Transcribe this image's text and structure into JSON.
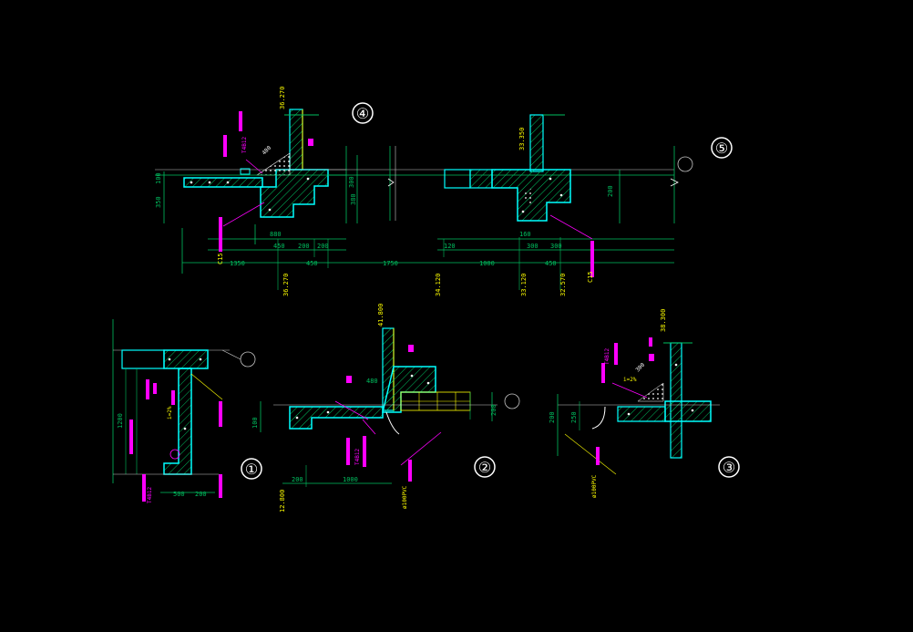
{
  "colors": {
    "background": "#000000",
    "outline": "#00ffff",
    "dimension": "#00c060",
    "annotation": "#ff00ff",
    "leader": "#ffff00",
    "rebar": "#ffffff",
    "grid": "#c8c8c8"
  },
  "detail_markers": {
    "d1": "①",
    "d2": "②",
    "d3": "③",
    "d4": "④",
    "d5": "⑤"
  },
  "elevations": {
    "e36270": "36.270",
    "e33350": "33.350",
    "e36270b": "36.270",
    "e34120": "34.120",
    "e33120": "33.120",
    "e32570": "32.570",
    "e41800": "41.800",
    "e12800": "12.800",
    "e38300": "38.300"
  },
  "dims": {
    "d1350": "1350",
    "d450a": "450",
    "d1750": "1750",
    "d1000a": "1000",
    "d450b": "450",
    "d880": "880",
    "d450c": "450",
    "d200a": "200",
    "d200b": "200",
    "d160": "160",
    "d300a": "300",
    "d300b": "300",
    "d350": "350",
    "d100a": "100",
    "d380": "380",
    "d300c": "300",
    "d200c": "200",
    "d500": "500",
    "d200d": "200",
    "d1200": "1200",
    "d200e": "200",
    "d1000b": "1000",
    "d480a": "480",
    "d480b": "480",
    "d120": "120",
    "d100b": "100",
    "d200f": "200",
    "d200g": "200",
    "d300d": "300",
    "d250": "250"
  },
  "annotations": {
    "c15a": "C15",
    "c15b": "C15",
    "slope1": "i=2%",
    "slope2": "i=2%",
    "pvc1": "ø100PVC",
    "pvc2": "ø100PVC",
    "t1": "T4B12",
    "t2": "T4B12",
    "t3": "T4B12",
    "t4": "T4B12"
  }
}
